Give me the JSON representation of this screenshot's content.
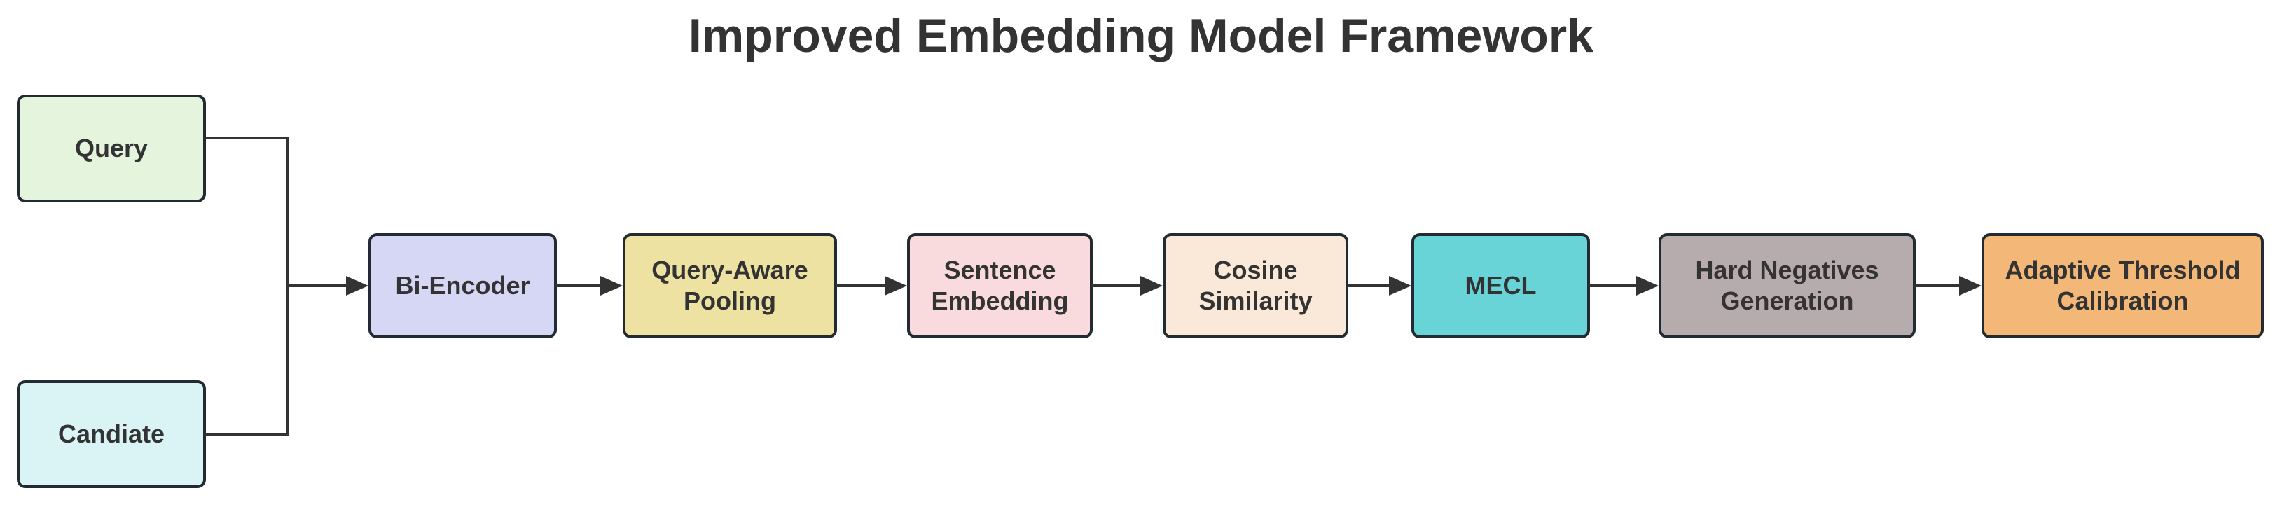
{
  "title": "Improved Embedding Model Framework",
  "colors": {
    "background": "#ffffff",
    "title_text": "#333333",
    "label_text": "#333333",
    "node_border": "#222b31",
    "edge": "#333333"
  },
  "nodes": {
    "query": {
      "label": "Query",
      "fill": "#e5f4dc"
    },
    "candiate": {
      "label": "Candiate",
      "fill": "#daf3f4"
    },
    "bi_encoder": {
      "label": "Bi-Encoder",
      "fill": "#d5d7f4"
    },
    "query_aware_pooling": {
      "label": "Query-Aware\nPooling",
      "fill": "#eee2a3"
    },
    "sentence_embedding": {
      "label": "Sentence\nEmbedding",
      "fill": "#f9dbdd"
    },
    "cosine_similarity": {
      "label": "Cosine\nSimilarity",
      "fill": "#fae9d9"
    },
    "mecl": {
      "label": "MECL",
      "fill": "#68d4d8"
    },
    "hard_negatives_generation": {
      "label": "Hard Negatives\nGeneration",
      "fill": "#b7acad"
    },
    "adaptive_threshold_calibration": {
      "label": "Adaptive Threshold\nCalibration",
      "fill": "#f3b778"
    }
  },
  "edges": [
    {
      "from": "Query",
      "to": "Bi-Encoder"
    },
    {
      "from": "Candiate",
      "to": "Bi-Encoder"
    },
    {
      "from": "Bi-Encoder",
      "to": "Query-Aware Pooling"
    },
    {
      "from": "Query-Aware Pooling",
      "to": "Sentence Embedding"
    },
    {
      "from": "Sentence Embedding",
      "to": "Cosine Similarity"
    },
    {
      "from": "Cosine Similarity",
      "to": "MECL"
    },
    {
      "from": "MECL",
      "to": "Hard Negatives Generation"
    },
    {
      "from": "Hard Negatives Generation",
      "to": "Adaptive Threshold Calibration"
    }
  ]
}
